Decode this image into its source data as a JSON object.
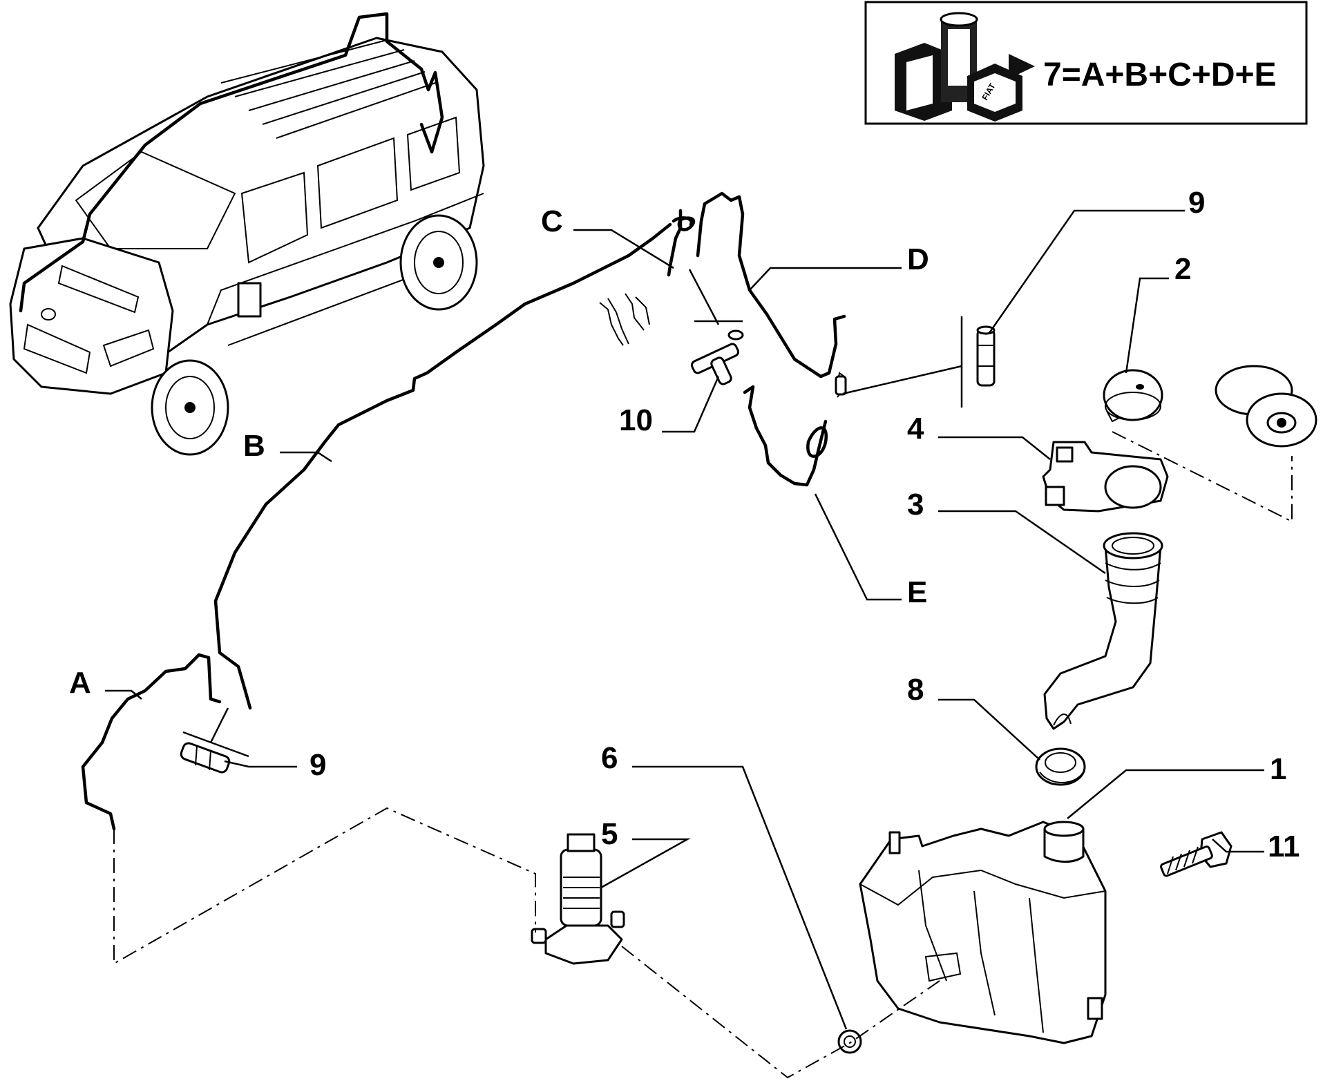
{
  "kit_box": {
    "formula": "7=A+B+C+D+E",
    "logo_text": "FIAT"
  },
  "labels": {
    "A": "A",
    "B": "B",
    "C": "C",
    "D": "D",
    "E": "E",
    "p1": "1",
    "p2": "2",
    "p3": "3",
    "p4": "4",
    "p5": "5",
    "p6": "6",
    "p8": "8",
    "p9a": "9",
    "p9b": "9",
    "p10": "10",
    "p11": "11"
  }
}
